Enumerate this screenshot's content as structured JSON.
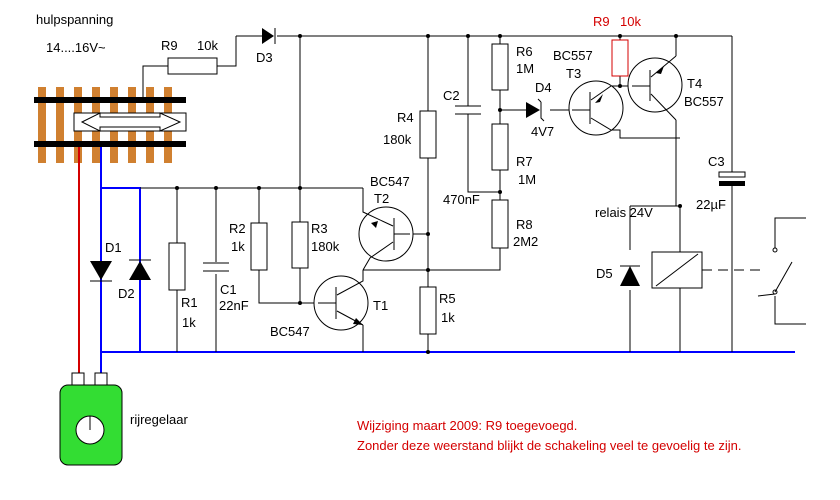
{
  "supply": {
    "title": "hulpspanning",
    "voltage": "14....16V~"
  },
  "labels": {
    "r9_top": "R9",
    "r9_top_val": "10k",
    "d3": "D3",
    "r4": "R4",
    "r4_val": "180k",
    "c2": "C2",
    "c2_val": "470nF",
    "r6": "R6",
    "r6_val": "1M",
    "d4": "D4",
    "d4_val": "4V7",
    "r7": "R7",
    "r7_val": "1M",
    "r8": "R8",
    "r8_val": "2M2",
    "t3_type": "BC557",
    "t3": "T3",
    "r9_red": "R9",
    "r9_red_val": "10k",
    "t4": "T4",
    "t4_type": "BC557",
    "c3": "C3",
    "c3_val": "22µF",
    "relay": "relais 24V",
    "d5": "D5",
    "t2_type": "BC547",
    "t2": "T2",
    "r2": "R2",
    "r2_val": "1k",
    "r3": "R3",
    "r3_val": "180k",
    "c1": "C1",
    "c1_val": "22nF",
    "r1": "R1",
    "r1_val": "1k",
    "t1": "T1",
    "t1_type": "BC547",
    "r5": "R5",
    "r5_val": "1k",
    "d1": "D1",
    "d2": "D2",
    "controller": "rijregelaar"
  },
  "note": {
    "line1": "Wijziging maart 2009: R9 toegevoegd.",
    "line2": "Zonder deze weerstand blijkt de schakeling veel te gevoelig te zijn."
  },
  "colors": {
    "wire": "#000000",
    "ground": "#0000ff",
    "track_feed": "#d40000",
    "note": "#d40000",
    "rail": "#d08030",
    "controller": "#33dd33"
  }
}
